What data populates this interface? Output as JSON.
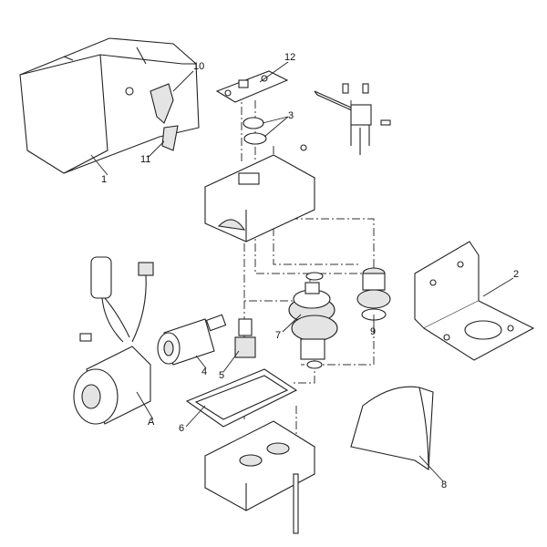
{
  "diagram": {
    "type": "exploded-parts-diagram",
    "labels": {
      "p1": "1",
      "p2": "2",
      "p3": "3",
      "p4": "4",
      "p5": "5",
      "p6": "6",
      "p7": "7",
      "p8": "8",
      "p9": "9",
      "p10": "10",
      "p11": "11",
      "p12": "12",
      "pA": "A"
    },
    "colors": {
      "line": "#222222",
      "background": "#ffffff"
    }
  }
}
